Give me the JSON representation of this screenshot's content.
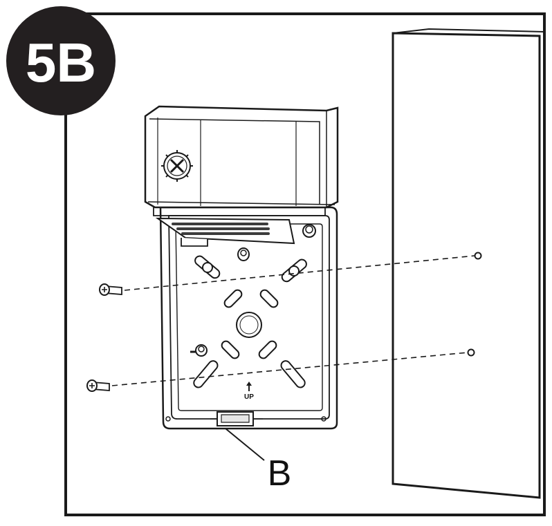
{
  "step": {
    "label": "5B"
  },
  "callout": {
    "label": "B"
  },
  "mount_plate": {
    "direction_label": "UP"
  },
  "colors": {
    "ink": "#1a1a1a",
    "badge_fill": "#231f20",
    "paper": "#ffffff",
    "light_gray": "#e6e6e6",
    "mid_gray": "#bdbdbd"
  },
  "icons": {
    "screw": "phillips-screw-icon",
    "sun_glyph": "photocell-sun-icon",
    "arrow": "up-arrow-icon"
  }
}
